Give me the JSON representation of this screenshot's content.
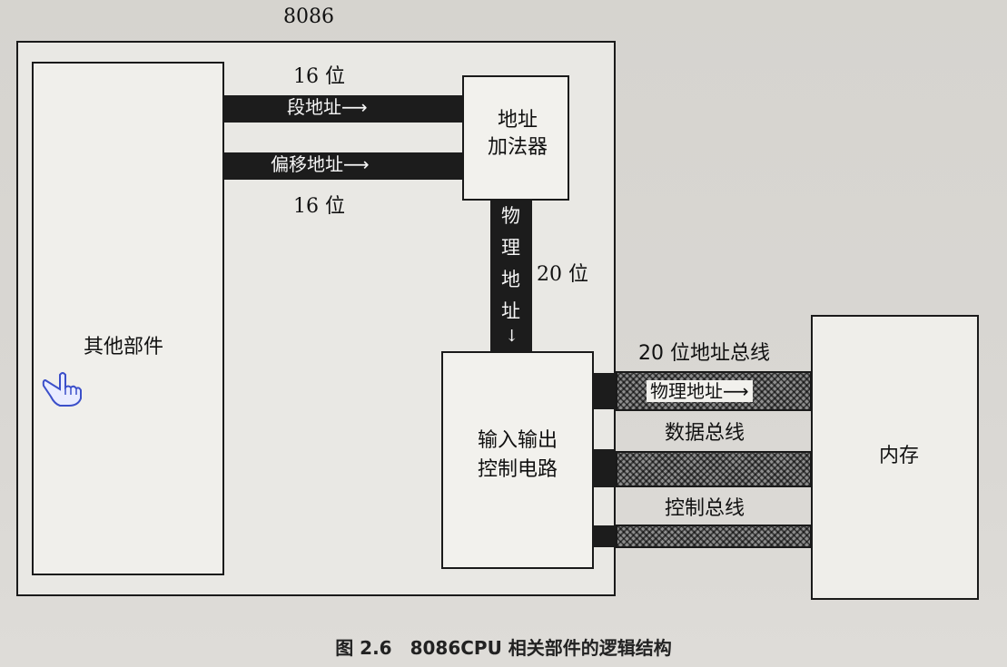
{
  "diagram": {
    "title_8086": "8086",
    "other_parts": "其他部件",
    "seg_width_top": "16 位",
    "seg_address": "段地址",
    "offset_address": "偏移地址",
    "seg_width_bottom": "16 位",
    "adder": [
      "地址",
      "加法器"
    ],
    "physical_vertical": [
      "物",
      "理",
      "地",
      "址"
    ],
    "down_arrow": "↓",
    "width_20": "20 位",
    "io_circuit": [
      "输入输出",
      "控制电路"
    ],
    "addr_bus_label": "20 位地址总线",
    "physical_address": "物理地址",
    "data_bus_label": "数据总线",
    "control_bus_label": "控制总线",
    "memory": "内存",
    "arrow_right": "→"
  },
  "caption": "图 2.6　8086CPU 相关部件的逻辑结构"
}
